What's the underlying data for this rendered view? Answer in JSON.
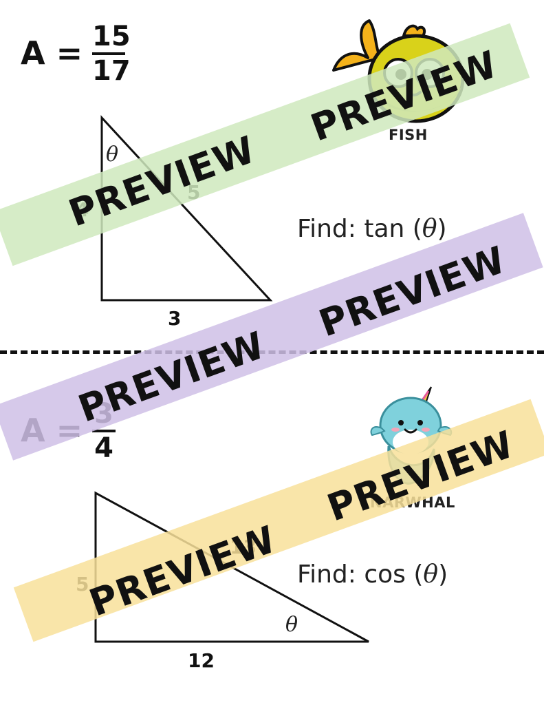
{
  "problems": [
    {
      "answer_label": "A =",
      "numerator": "15",
      "denominator": "17",
      "sides": {
        "a": "4",
        "b": "3",
        "c": "5"
      },
      "theta": "θ",
      "find_prefix": "Find: tan (",
      "find_theta": "θ",
      "find_suffix": ")",
      "animal": "FISH"
    },
    {
      "answer_label": "A =",
      "numerator": "3",
      "denominator": "4",
      "sides": {
        "a": "5",
        "b": "12",
        "c": "13"
      },
      "theta": "θ",
      "find_prefix": "Find: cos (",
      "find_theta": "θ",
      "find_suffix": ")",
      "animal": "NARWHAL"
    }
  ],
  "watermark": "PREVIEW",
  "colors": {
    "band_green": "#cfe9bd",
    "band_purple": "#cfbfe6",
    "band_yellow": "#f8e09a"
  },
  "icons": [
    "fish-icon",
    "narwhal-icon"
  ]
}
